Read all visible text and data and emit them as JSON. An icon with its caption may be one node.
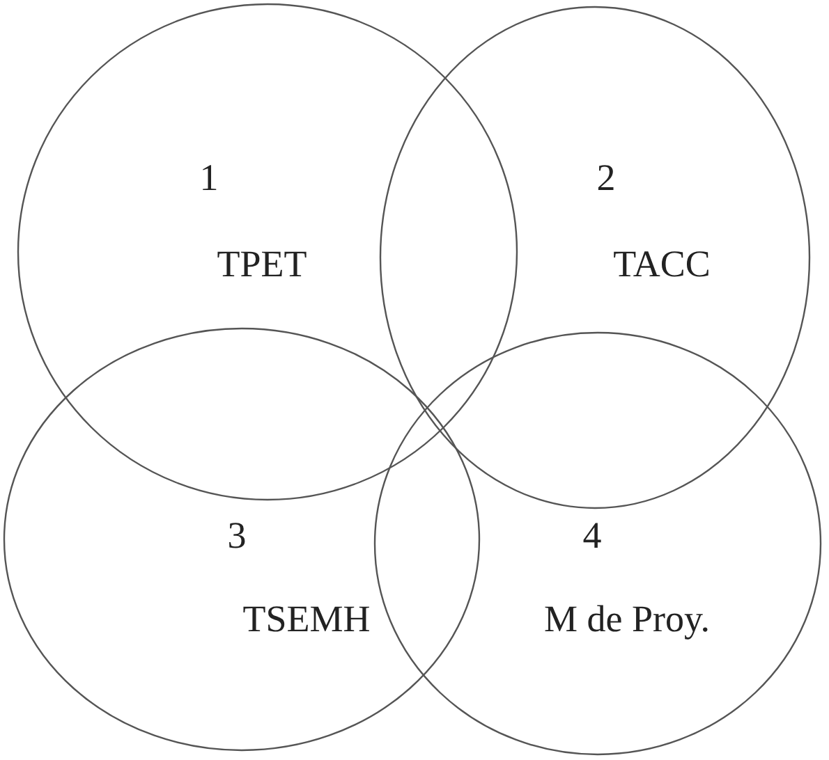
{
  "diagram": {
    "nodes": [
      {
        "text": [
          "1",
          "TPET"
        ]
      },
      {
        "text": [
          "2",
          "TACC"
        ]
      },
      {
        "text": [
          "3",
          "TSEMH"
        ]
      },
      {
        "text": [
          "4",
          "M de Proy."
        ]
      }
    ]
  }
}
